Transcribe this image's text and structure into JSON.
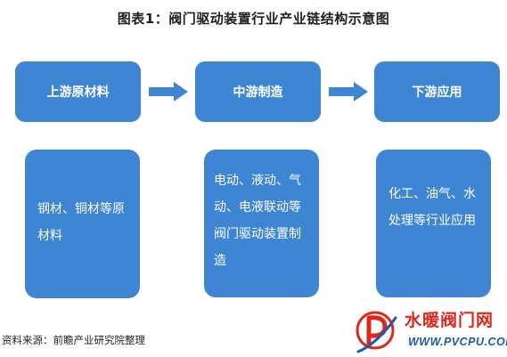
{
  "title": "图表1：阀门驱动装置行业产业链结构示意图",
  "stages": [
    {
      "label": "上游原材料",
      "detail": "钢材、铜材等原材料"
    },
    {
      "label": "中游制造",
      "detail": "电动、液动、气动、电液联动等阀门驱动装置制造"
    },
    {
      "label": "下游应用",
      "detail": "化工、油气、水处理等行业应用"
    }
  ],
  "source": "资料来源：前瞻产业研究院整理",
  "logo": {
    "name": "水暖阀门网",
    "url": "WWW.PVCPU.COM"
  },
  "colors": {
    "box": "#3e86d3",
    "arrow": "#3e86d3",
    "logo_red": "#e1251b",
    "logo_blue": "#1a5ba5"
  }
}
